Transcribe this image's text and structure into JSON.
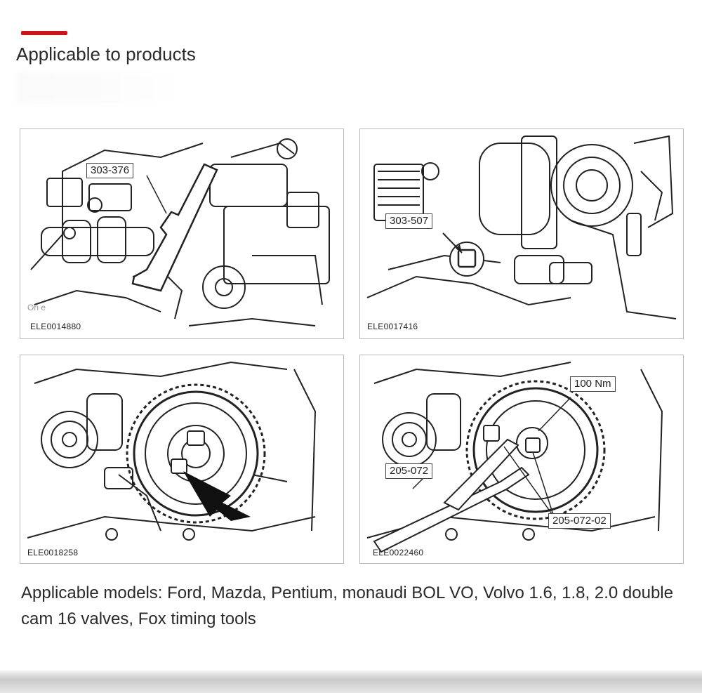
{
  "header": {
    "title": "Applicable to products",
    "accent_color": "#c8161d"
  },
  "panels": [
    {
      "labels": [
        "303-376"
      ],
      "code": "ELE0014880",
      "watermark": "On e"
    },
    {
      "labels": [
        "303-507"
      ],
      "code": "ELE0017416"
    },
    {
      "labels": [],
      "code": "ELE0018258"
    },
    {
      "labels": [
        "100 Nm",
        "205-072",
        "205-072-02"
      ],
      "code": "ELE0022460"
    }
  ],
  "caption": "Applicable models: Ford, Mazda, Pentium, monaudi BOL VO, Volvo 1.6, 1.8, 2.0 double cam 16 valves, Fox timing tools"
}
